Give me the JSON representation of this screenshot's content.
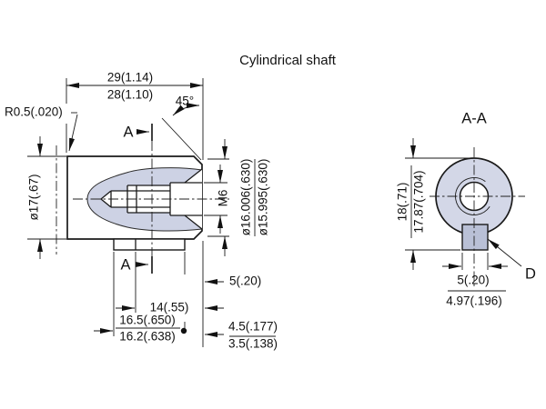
{
  "title": "Cylindrical shaft",
  "colors": {
    "line": "#1a1a1a",
    "section_shade": "#cdd2e4",
    "section_shade_dark": "#b9c0d6",
    "background": "#ffffff"
  },
  "front_view": {
    "radius_label": "R0.5(.020)",
    "length_max": "29(1.14)",
    "length_min": "28(1.10)",
    "chamfer_angle": "45°",
    "section_letter": "A",
    "body_diameter": "ø17(.67)",
    "thread": "M6",
    "shaft_dia_max": "ø16.006(.630)",
    "shaft_dia_min": "ø15.995(.630)",
    "face_offset": "5(.20)",
    "thread_depth": "14(.55)",
    "key_length_max": "16.5(.650)",
    "key_length_min": "16.2(.638)",
    "end_clearance_max": "4.5(.177)",
    "end_clearance_min": "3.5(.138)"
  },
  "section_view": {
    "title": "A-A",
    "overall_height_max": "18(.71)",
    "overall_height_min": "17.87(.704)",
    "key_width_nom": "5(.20)",
    "key_width_act": "4.97(.196)",
    "key_detail_label": "D"
  }
}
